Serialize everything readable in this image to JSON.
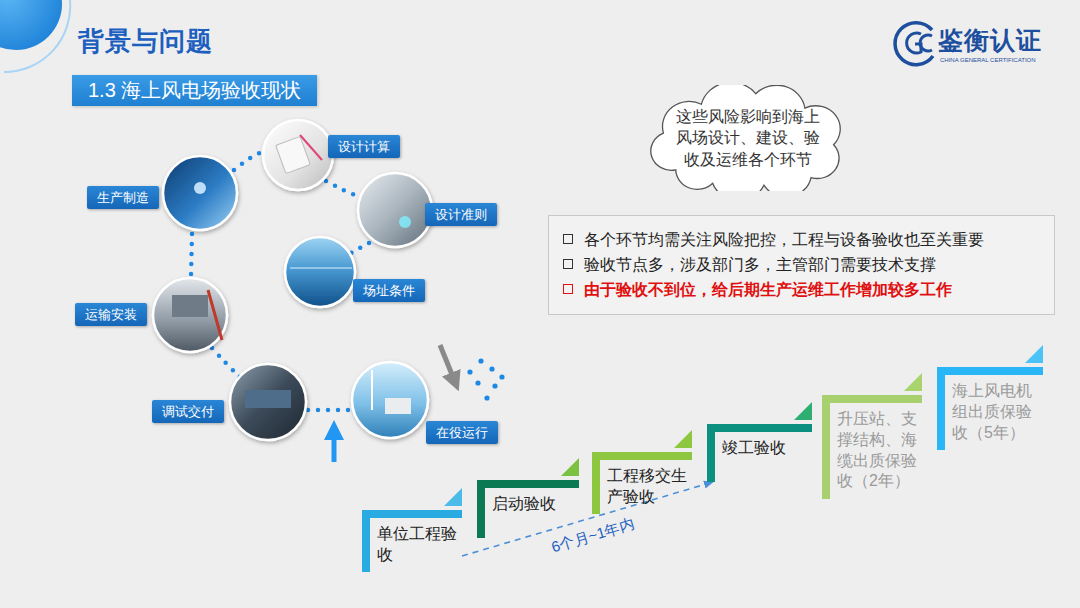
{
  "diagram": {
    "title": "背景与问题",
    "nodes": [
      {
        "text": [
          "1.3 海上风电场验收现状"
        ]
      },
      {
        "text": [
          "生产制造"
        ]
      },
      {
        "text": [
          "设计计算"
        ]
      },
      {
        "text": [
          "设计准则"
        ]
      },
      {
        "text": [
          "场址条件"
        ]
      },
      {
        "text": [
          "运输安装"
        ]
      },
      {
        "text": [
          "调试交付"
        ]
      },
      {
        "text": [
          "在役运行"
        ]
      },
      {
        "text": [
          "这些风险影响到海上风场设计、建设、验收及运维各个环节"
        ]
      },
      {
        "text": [
          "各个环节均需关注风险把控，工程与设备验收也至关重要",
          "验收节点多，涉及部门多，主管部门需要技术支撑",
          "由于验收不到位，给后期生产运维工作增加较多工作"
        ]
      },
      {
        "text": [
          "单位工程验收"
        ]
      },
      {
        "text": [
          "启动验收"
        ]
      },
      {
        "text": [
          "工程移交生产验收"
        ]
      },
      {
        "text": [
          "竣工验收"
        ]
      },
      {
        "text": [
          "升压站、支撑结构、海缆出质保验收（2年）"
        ]
      },
      {
        "text": [
          "海上风电机组出质保验收（5年）"
        ]
      }
    ],
    "edges": [
      {
        "from": 10,
        "to": 13,
        "arrow": "to",
        "label": "6个月~1年内"
      }
    ],
    "labels": [
      "鉴衡认证",
      "CHINA GENERAL CERTIFICATION"
    ]
  }
}
